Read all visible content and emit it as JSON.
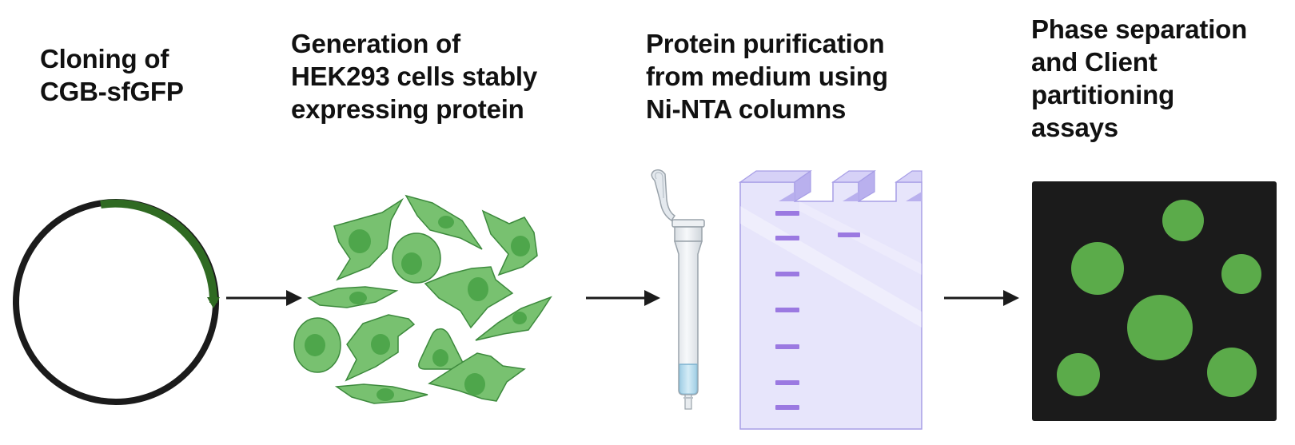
{
  "steps": [
    {
      "title_lines": [
        "Cloning of",
        "CGB-sfGFP"
      ]
    },
    {
      "title_lines": [
        "Generation of",
        "HEK293 cells stably",
        "expressing protein"
      ]
    },
    {
      "title_lines": [
        "Protein purification",
        "from medium using",
        "Ni-NTA columns"
      ]
    },
    {
      "title_lines": [
        "Phase separation",
        "and Client",
        "partitioning",
        "assays"
      ]
    }
  ],
  "colors": {
    "text": "#111111",
    "plasmid_ring": "#1b1b1b",
    "plasmid_insert": "#2f6a22",
    "arrow": "#1b1b1b",
    "cell_fill": "#78c170",
    "cell_stroke": "#3d8a3d",
    "cell_nucleus": "#4ea64b",
    "column_glass": "#e9edf1",
    "column_outline": "#9aa3ab",
    "column_liquid": "#b7dcef",
    "gel_fill": "#e7e5fb",
    "gel_outline": "#a79ee6",
    "gel_band": "#9b79e1",
    "droplet_bg": "#1b1b1b",
    "droplet": "#5bab4a"
  },
  "icons": [
    "plasmid-icon",
    "arrow-right-icon",
    "hek293-cells-icon",
    "spin-column-icon",
    "sds-page-gel-icon",
    "droplets-panel-icon"
  ]
}
